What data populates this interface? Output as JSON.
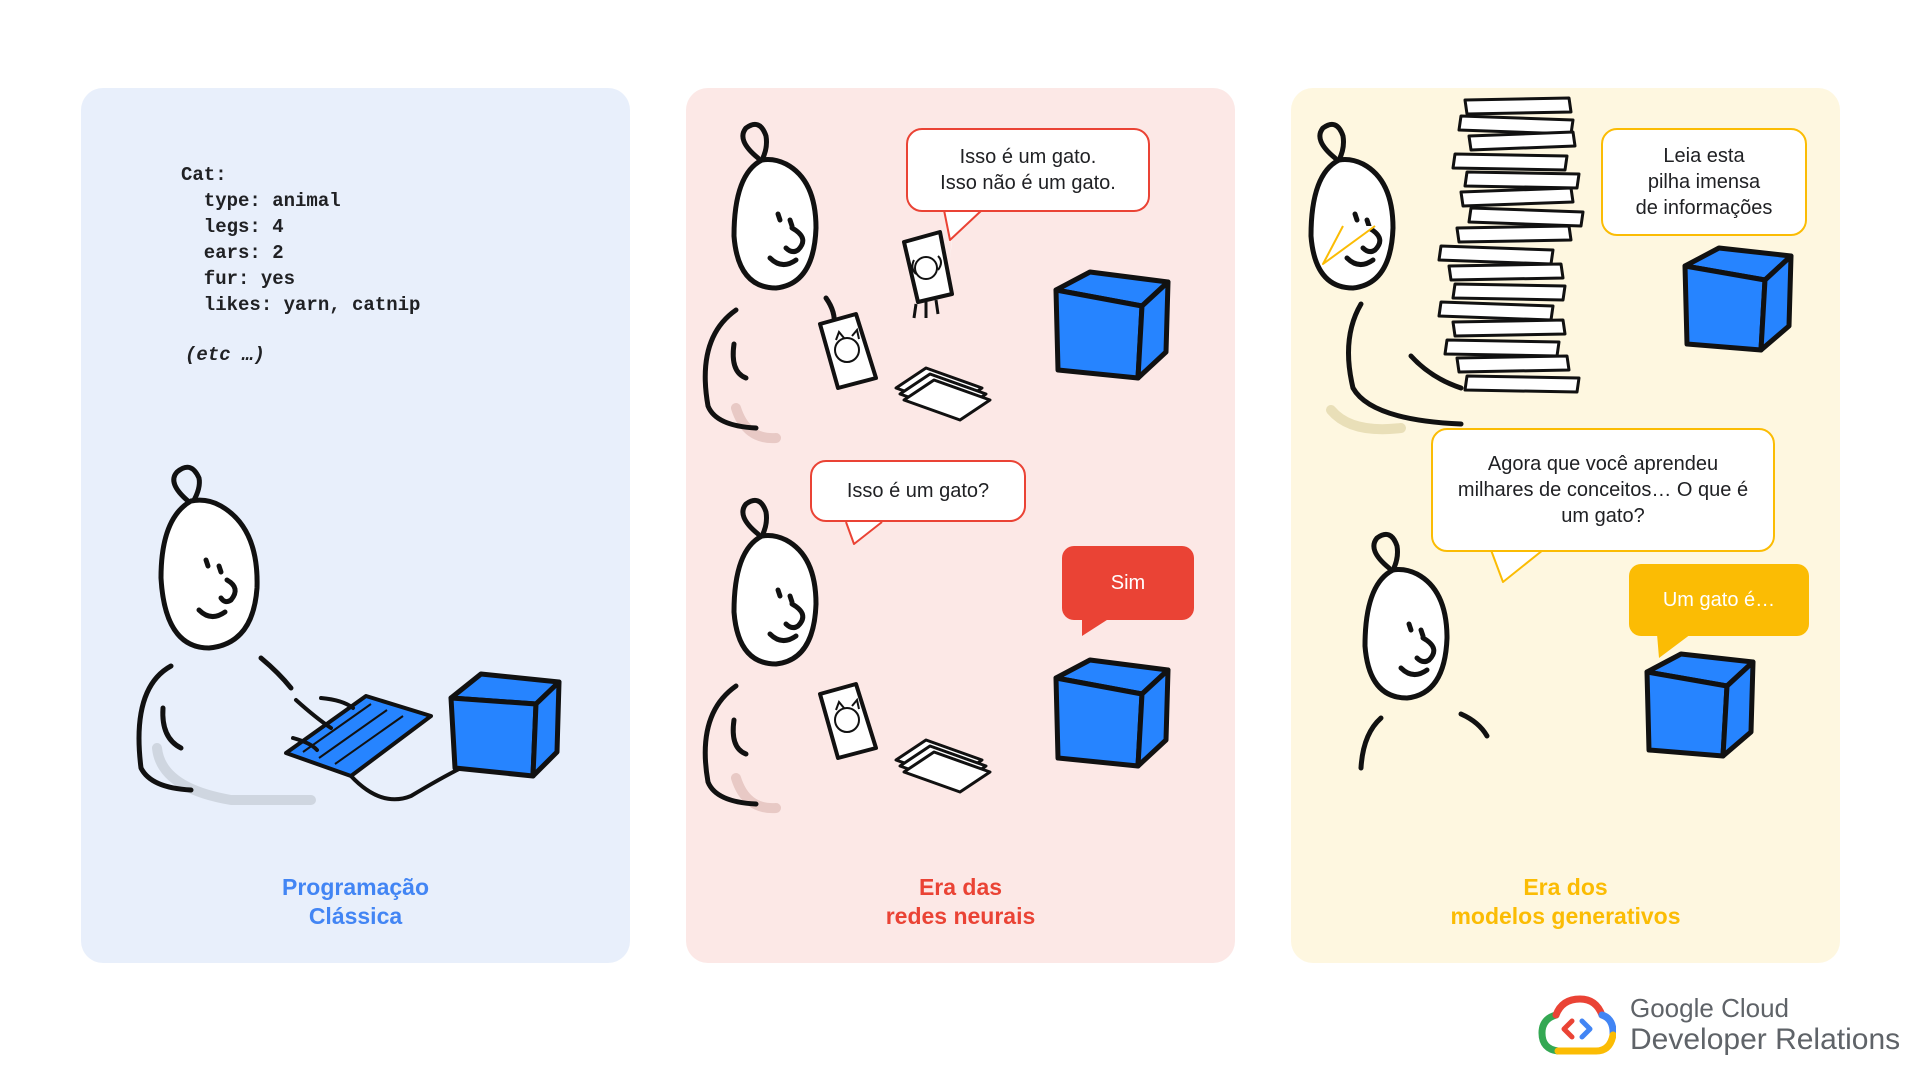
{
  "panels": {
    "classic": {
      "title_line1": "Programação",
      "title_line2": "Clássica",
      "code": "Cat:\n  type: animal\n  legs: 4\n  ears: 2\n  fur: yes\n  likes: yarn, catnip",
      "etc": "(etc …)"
    },
    "neural": {
      "title_line1": "Era das",
      "title_line2": "redes neurais",
      "bubble_top": "Isso é um gato.\nIsso não é um gato.",
      "bubble_question": "Isso é um gato?",
      "bubble_answer": "Sim"
    },
    "generative": {
      "title_line1": "Era dos",
      "title_line2": "modelos generativos",
      "bubble_top": "Leia esta\npilha imensa\nde informações",
      "bubble_question": "Agora que você aprendeu\nmilhares de conceitos… O que é\num gato?",
      "bubble_answer": "Um gato é…"
    }
  },
  "logo": {
    "line1": "Google Cloud",
    "line2": "Developer Relations"
  },
  "colors": {
    "blue": "#4285f4",
    "red": "#ea4335",
    "yellow": "#fbbc04",
    "green": "#34a853",
    "cube": "#2684ff"
  },
  "icons": [
    "person-icon",
    "keyboard-icon",
    "cube-icon",
    "cat-card-icon",
    "dog-card-icon",
    "book-stack-icon",
    "google-cloud-logo-icon"
  ]
}
